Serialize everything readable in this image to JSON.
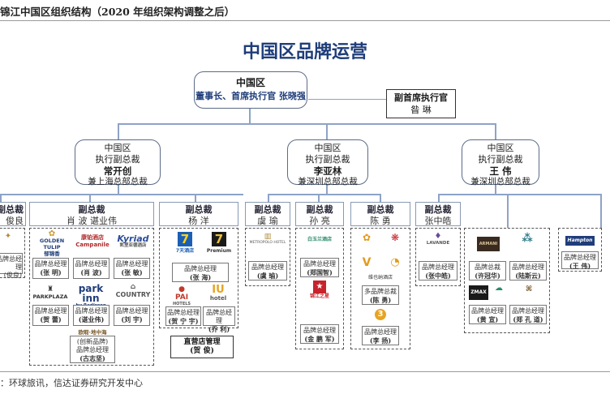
{
  "caption": "锦江中国区组织结构（2020 年组织架构调整之后）",
  "title": "中国区品牌运营",
  "source": "：环球旅讯，信达证券研究开发中心",
  "top": {
    "line1": "中国区",
    "line2": "董事长、首席执行官 张晓强"
  },
  "vice_chief": {
    "title": "副首席执行官",
    "name": "昝  琳"
  },
  "evps": [
    {
      "l1": "中国区",
      "l2": "执行副总裁",
      "name": "常开创",
      "sub": "兼上海总部总裁"
    },
    {
      "l1": "中国区",
      "l2": "执行副总裁",
      "name": "李亚林",
      "sub": "兼深圳总部总裁"
    },
    {
      "l1": "中国区",
      "l2": "执行副总裁",
      "name": "王  伟",
      "sub": "兼深圳总部总裁"
    }
  ],
  "vps": [
    {
      "title": "副总裁",
      "name": "俊良"
    },
    {
      "title": "副总裁",
      "name": "肖  波    谌业伟"
    },
    {
      "title": "副总裁",
      "name": "杨    洋"
    },
    {
      "title": "副总裁",
      "name": "虞  瑜"
    },
    {
      "title": "副总裁",
      "name": "孙  亮"
    },
    {
      "title": "副总裁",
      "name": "陈  勇"
    },
    {
      "title": "副总裁",
      "name": "张中皓"
    }
  ],
  "brands": {
    "golden_tulip": "GOLDEN TULIP",
    "golden_tulip_cn": "郁锦香",
    "campanile_cn": "康铂酒店",
    "campanile": "Campanile",
    "kyriad": "Kyriad",
    "kyriad_cn": "凯里亚德酒店",
    "parkplaza": "PARKPLAZA",
    "parkinn": "park inn",
    "parkinn_sub": "by Radisson",
    "country": "COUNTRY",
    "qianyu": "欧暇·地中海",
    "seven_days": "7天酒店",
    "premium": "Premium",
    "pai": "PAI",
    "pai_sub": "HOTELS",
    "iu": "IU",
    "iu_sub": "hotel",
    "metropolo": "METROPOLO HOTEL",
    "baiyu": "白玉兰酒店",
    "jinjiang_zhixing": "锦江之星",
    "vienna": "维也纳酒店",
    "lavande": "LAVANDE",
    "armani": "ARMANI",
    "zmax": "ZMAX",
    "hampton": "Hampton"
  },
  "cards": {
    "c_left": {
      "role": "品牌总经理",
      "name": "(俊良)"
    },
    "c_zhangmiao": {
      "role": "品牌总经理",
      "name": "(张 明)"
    },
    "c_xiaorong": {
      "role": "品牌总经理",
      "name": "(肖 波)"
    },
    "c_zhangwei": {
      "role": "品牌总经理",
      "name": "(张 敏)"
    },
    "c_huangqiang": {
      "role": "品牌总经理",
      "name": "(贺 蕾)"
    },
    "c_xiaoyong": {
      "role": "品牌总经理",
      "name": "(谌业伟)"
    },
    "c_liuyu": {
      "role": "品牌总经理",
      "name": "(刘 宇)"
    },
    "c_chuangxin": {
      "role": "(创新品牌)",
      "name": "品牌总经理"
    },
    "c_chuangxin_name": "(古志坚)",
    "c_zhanghai": {
      "role": "品牌总经理",
      "name": "(张  海)"
    },
    "c_hexiangyu": {
      "role": "品牌总经理",
      "name": "(贺 宁 宇)"
    },
    "c_qiaoli": {
      "role": "品牌总经理",
      "name": "(乔 利)"
    },
    "direct": {
      "title": "直营店管理",
      "name": "(贺 俊)"
    },
    "c_yuyu": {
      "role": "品牌总经理",
      "name": "(虞 瑜)"
    },
    "c_zhengguozhi": {
      "role": "品牌总经理",
      "name": "(郑国智)"
    },
    "c_jinsheng": {
      "role": "品牌总经理",
      "name": "(金 鹏 军)"
    },
    "c_chenyong": {
      "role": "多品牌总裁",
      "name": "(陈  勇)"
    },
    "c_liyang": {
      "role": "品牌总经理",
      "name": "(李  扬)"
    },
    "c_zhangzhonghao": {
      "role": "品牌总经理",
      "name": "(张中皓)"
    },
    "c_xuguanhua": {
      "role": "品牌总裁",
      "name": "(许冠华)"
    },
    "c_luosi": {
      "role": "品牌总经理",
      "name": "(陆斯云)"
    },
    "c_huangxuan": {
      "role": "品牌总经理",
      "name": "(黄 宣)"
    },
    "c_zhengkuaidao": {
      "role": "品牌总经理",
      "name": "(郑 孔 道)"
    },
    "c_wangwei": {
      "role": "品牌总经理",
      "name": "(王 伟)"
    }
  },
  "colors": {
    "title_blue": "#1f3d7a",
    "line": "#8ea3c7",
    "box_border": "#5b6b88"
  }
}
